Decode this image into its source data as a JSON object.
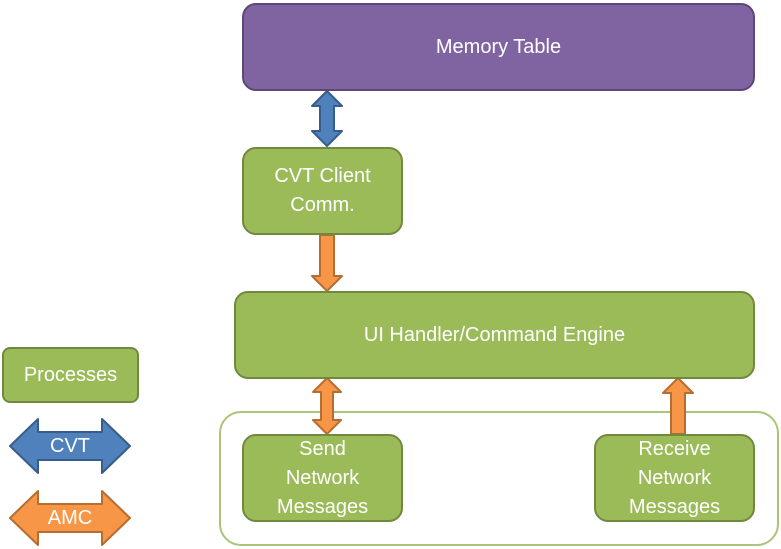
{
  "nodes": {
    "memory_table": "Memory Table",
    "cvt_client": "CVT Client\nComm.",
    "ui_handler": "UI Handler/Command Engine",
    "send_messages": "Send\nNetwork\nMessages",
    "receive_messages": "Receive\nNetwork\nMessages"
  },
  "legend": {
    "processes": "Processes",
    "cvt": "CVT",
    "amc": "AMC"
  },
  "colors": {
    "process_fill": "#9bbb59",
    "process_border": "#71893f",
    "memory_fill": "#8064a2",
    "cvt_arrow": "#4f81bd",
    "amc_arrow": "#f79646"
  },
  "connections": [
    {
      "from": "Memory Table",
      "to": "CVT Client\nComm.",
      "type": "CVT",
      "direction": "both"
    },
    {
      "from": "CVT Client\nComm.",
      "to": "UI Handler/Command Engine",
      "type": "AMC",
      "direction": "down"
    },
    {
      "from": "UI Handler/Command Engine",
      "to": "Send\nNetwork\nMessages",
      "type": "AMC",
      "direction": "both"
    },
    {
      "from": "Receive\nNetwork\nMessages",
      "to": "UI Handler/Command Engine",
      "type": "AMC",
      "direction": "up"
    }
  ]
}
